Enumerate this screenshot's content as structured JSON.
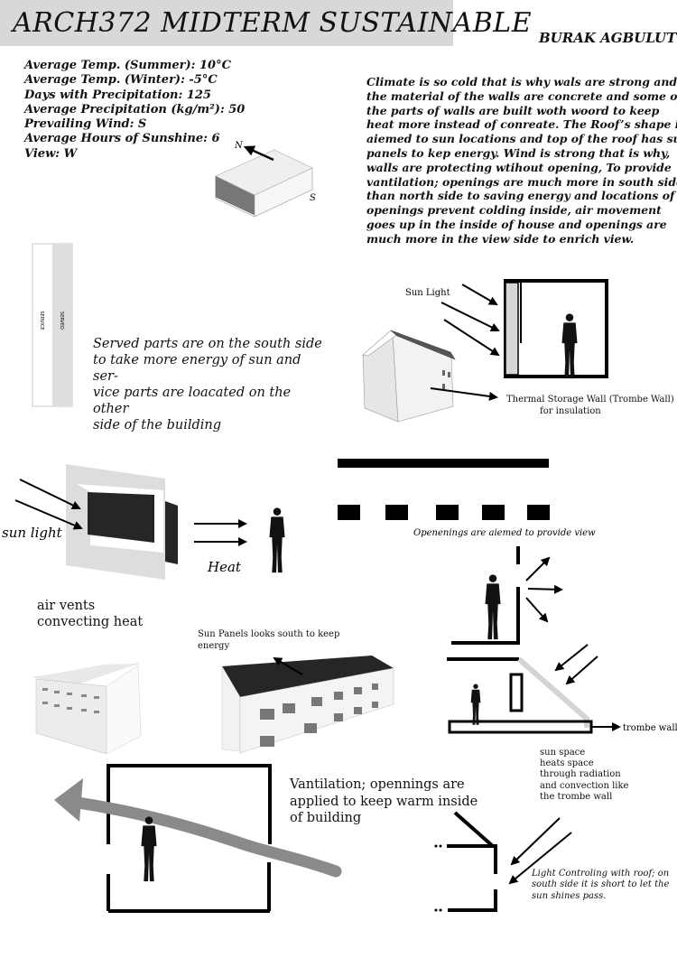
{
  "header": {
    "title": "ARCH372  MIDTERM SUSTAINABLE",
    "author": "BURAK AGBULUT"
  },
  "climate": [
    "Average Temp. (Summer): 10°C",
    "Average Temp. (Winter): -5°C",
    "Days with Precipitation: 125",
    "Average Precipitation (kg/m²): 50",
    "Prevailing Wind: S",
    "Average Hours of Sunshine: 6",
    "View: W"
  ],
  "compass": {
    "north": "N",
    "south": "S"
  },
  "description": [
    "Climate is so cold that is why wals are strong and",
    "the material of the walls are concrete and some of",
    "the parts  of walls are built woth woord to keep",
    "heat more instead of conreate. The Roof’s shape  id",
    "aiemed to sun locations and top of the roof has sun",
    "panels to kep energy. Wind is strong that is why,",
    "walls are protecting wtihout opening, To provide",
    "vantilation; openings are much more in south side",
    "than north side to saving energy and locations of",
    "openings prevent colding inside, air movement",
    "goes up in the inside of house and openings are",
    "much more in the view side to enrich view."
  ],
  "plan_labels": {
    "left": "SERVICE",
    "right": "SERVED"
  },
  "served_text": [
    "Served parts are on the south side",
    "to take more energy of sun and ser-",
    "vice parts are loacated on the other",
    "side of the building"
  ],
  "trombe": {
    "sun_light": "Sun Light",
    "label_line1": "Thermal Storage Wall (Trombe Wall)",
    "label_line2": "for insulation"
  },
  "heat_section": {
    "sun_light": "sun light",
    "heat": "Heat",
    "air_vents_1": "air vents",
    "air_vents_2": "convecting heat"
  },
  "openings": {
    "caption": "Openenings are aiemed to  provide view"
  },
  "sun_panels": {
    "line1": "Sun Panels looks south to keep",
    "line2": "energy"
  },
  "sun_space": {
    "trombe_label": "trombe wall",
    "lines": [
      "sun space",
      "heats space",
      "through radiation",
      "and convection like",
      "the trombe wall"
    ]
  },
  "ventilation": {
    "lines": [
      "Vantilation; opennings are",
      "applied to keep warm inside",
      "of building"
    ]
  },
  "light_control": {
    "lines": [
      "Light Controling with roof; on",
      "south side it is short to let the",
      "sun shines pass."
    ]
  },
  "colors": {
    "title_band": "#d8d8d8",
    "dark_panel": "#262626",
    "light_gray": "#dcdcdc",
    "mid_gray": "#8a8a8a"
  }
}
